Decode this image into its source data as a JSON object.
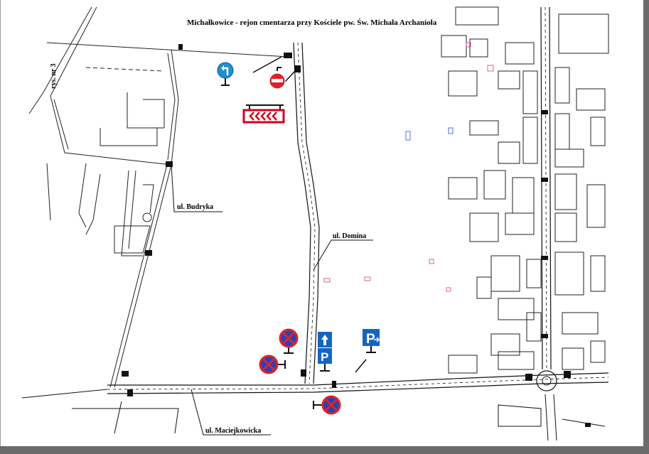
{
  "map": {
    "title": "Michałkowice - rejon cmentarza przy Kościele pw. Św. Michała Archanioła",
    "figure_label": "rys. nr 3",
    "streets": {
      "budryka": "ul. Budryka",
      "domina": "ul. Domina",
      "maciejkowicka": "ul. Maciejkowicka"
    },
    "signs": [
      {
        "name": "turn-left-sign-icon"
      },
      {
        "name": "no-entry-sign-icon"
      },
      {
        "name": "chevron-board-icon"
      },
      {
        "name": "no-stopping-sign-icon"
      },
      {
        "name": "one-way-sign-icon"
      },
      {
        "name": "parking-sign-icon"
      }
    ],
    "colors": {
      "sign_blue": "#1f8fd1",
      "sign_red": "#e0212a",
      "chevron_red": "#d6001c",
      "parking_blue": "#1565c0",
      "building_pink": "#d23a8a"
    }
  }
}
